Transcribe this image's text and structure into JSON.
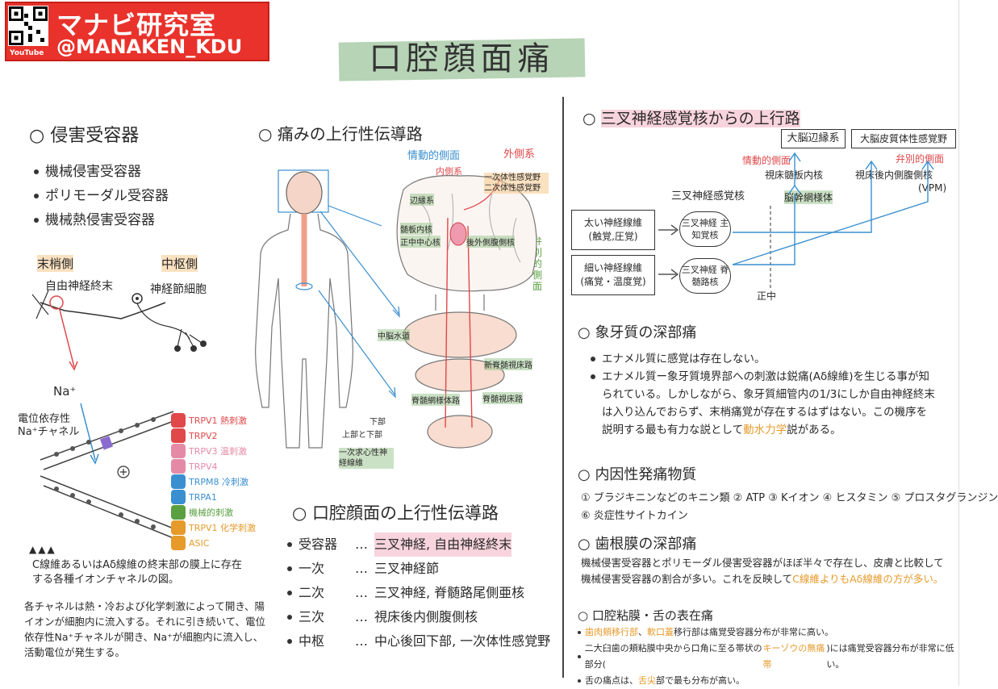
{
  "brand": {
    "name": "マナビ研究室",
    "handle": "@MANAKEN_KDU",
    "youtube": "YouTube"
  },
  "title": "口腔顔面痛",
  "nociceptor": {
    "heading": "侵害受容器",
    "items": [
      "機械侵害受容器",
      "ポリモーダル受容器",
      "機械熱侵害受容器"
    ],
    "peripheral": "末梢側",
    "central": "中枢側",
    "nerve_ending": "自由神経終末",
    "ganglion": "神経節細胞",
    "na": "Na⁺",
    "channel": "電位依存性 Na⁺チャネル",
    "plus": "⊕",
    "trp": [
      {
        "label": "TRPV1 熱刺激",
        "color": "#e0484a"
      },
      {
        "label": "TRPV2",
        "color": "#e0484a"
      },
      {
        "label": "TRPV3 温刺激",
        "color": "#e58aa6"
      },
      {
        "label": "TRPV4",
        "color": "#e58aa6"
      },
      {
        "label": "TRPM8 冷刺激",
        "color": "#3a8fd0"
      },
      {
        "label": "TRPA1",
        "color": "#3a8fd0"
      },
      {
        "label": "機械的刺激",
        "color": "#5aa040"
      },
      {
        "label": "TRPV1 化学刺激",
        "color": "#e69a2a"
      },
      {
        "label": "ASIC",
        "color": "#e69a2a"
      }
    ],
    "caption": "C線維あるいはAδ線維の終末部の膜上に存在する各種イオンチャネルの図。",
    "description": "各チャネルは熱・冷および化学刺激によって開き、陽イオンが細胞内に流入する。それに引き続いて、電位依存性Na⁺チャネルが開き、Na⁺が細胞内に流入し、活動電位が発生する。"
  },
  "ascending": {
    "heading": "痛みの上行性伝導路",
    "emotional": "情動的側面",
    "lateral": "外側系",
    "medial": "内側系",
    "discriminative": "弁別的側面",
    "cortex": "一次体性感覚野 二次体性感覚野",
    "limbic": "辺縁系",
    "thalamus_a": "髄板内核",
    "thalamus_b": "正中中心核",
    "thalamus_c": "後外側腹側核",
    "midbrain": "中脳水道",
    "medulla_a": "脊髄網様体路",
    "medulla_b": "脊髄視床路",
    "tract": "新脊髄視床路",
    "cord_a": "上部と下部",
    "cord_b": "下部",
    "neuron": "一次求心性神経線維"
  },
  "oral_path": {
    "heading": "口腔顔面の上行性伝導路",
    "rows": [
      {
        "k": "受容器",
        "v": "三叉神経, 自由神経終末"
      },
      {
        "k": "一次",
        "v": "三叉神経節"
      },
      {
        "k": "二次",
        "v": "三叉神経, 脊髄路尾側亜核"
      },
      {
        "k": "三次",
        "v": "視床後内側腹側核"
      },
      {
        "k": "中枢",
        "v": "中心後回下部, 一次体性感覚野"
      }
    ]
  },
  "trigeminal": {
    "heading": "三叉神経感覚核からの上行路",
    "cortex": "大脳辺縁系",
    "somato": "大脳皮質体性感覚野",
    "emotional": "情動的側面",
    "discriminative": "弁別的側面",
    "thal_a": "視床髄板内核",
    "thal_b": "視床後内側腹側核",
    "vpm": "(VPM)",
    "reticular": "脳幹網様体",
    "nucleus_label": "三叉神経感覚核",
    "thick": "太い神経線維",
    "thick_sub": "(触覚,圧覚)",
    "thin": "細い神経線維",
    "thin_sub": "(痛覚・温度覚)",
    "main": "三叉神経 主知覚核",
    "spinal": "三叉神経 脊髄路核",
    "midline": "正中"
  },
  "dentin": {
    "heading": "象牙質の深部痛",
    "p1": "エナメル質に感覚は存在しない。",
    "p2": "エナメル質ー象牙質境界部への刺激は鋭痛(Aδ線維)を生じる事が知られている。しかしながら、象牙質細管内の1/3にしか自由神経終末は入り込んでおらず、末梢痛覚が存在するはずはない。この機序を説明する最も有力な説として",
    "theory": "動水力学",
    "p2_end": "説がある。"
  },
  "endogenous": {
    "heading": "内因性発痛物質",
    "l1": "① ブラジキニンなどのキニン類  ② ATP  ③ Kイオン  ④ ヒスタミン  ⑤ プロスタグランジン",
    "l2": "⑥ 炎症性サイトカイン"
  },
  "perio": {
    "heading": "歯根膜の深部痛",
    "p1": "機械侵害受容器とポリモーダル侵害受容器がほぼ半々で存在し、皮膚と比較して機械侵害受容器の割合が多い。これを反映して",
    "hl": "C線維よりもAδ線維の方が多い。"
  },
  "mucosa": {
    "heading": "口腔粘膜・舌の表在痛",
    "l1a": "歯肉頬移行部",
    "l1b": "軟口蓋",
    "l1c": "移行部は痛覚受容器分布が非常に高い。",
    "l2a": "二大臼歯の頬粘膜中央から口角に至る帯状の部分(",
    "l2b": "キーゾウの無痛帯",
    "l2c": ")には痛覚受容器分布が非常に低い。",
    "l3a": "舌の痛点は、",
    "l3b": "舌尖",
    "l3c": "部で最も分布が高い。"
  }
}
